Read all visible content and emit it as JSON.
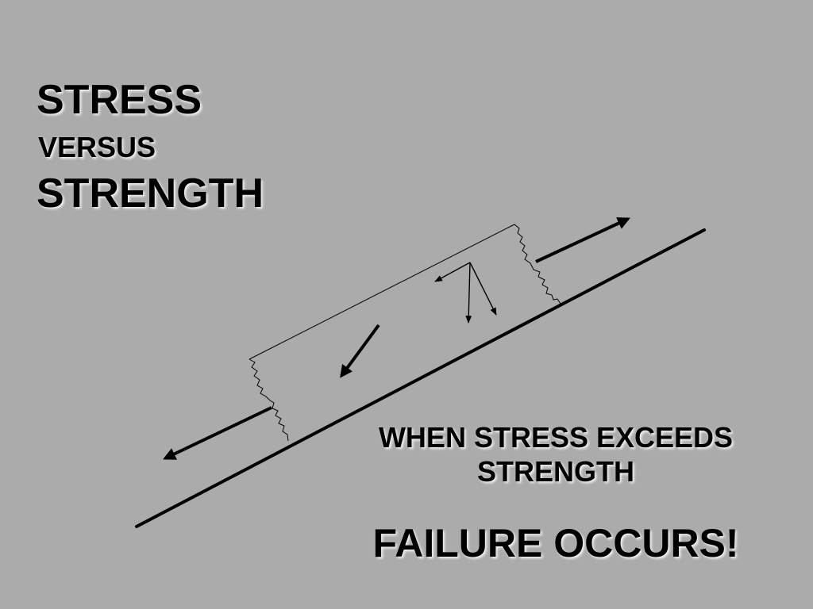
{
  "title": {
    "line1": "STRESS",
    "line2": "VERSUS",
    "line3": "STRENGTH"
  },
  "caption": {
    "when": "WHEN STRESS EXCEEDS STRENGTH",
    "result": "FAILURE OCCURS!"
  },
  "colors": {
    "background": "#ababab",
    "ink": "#000000",
    "text_shadow": "#ffffff"
  },
  "icons": {
    "upslope_force": "arrow-up-right",
    "downslope_force": "arrow-down-left",
    "gravity_force": "arrow-down-left",
    "weight_components": "force-vector-triangle"
  }
}
